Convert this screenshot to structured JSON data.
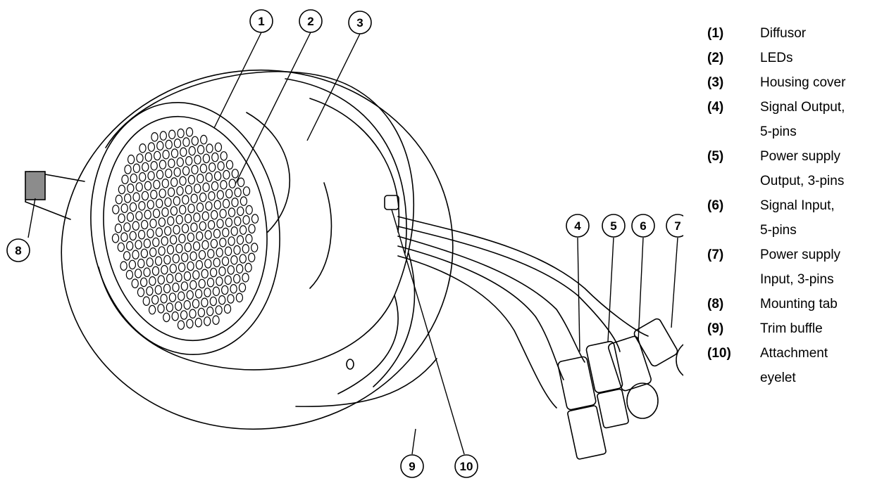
{
  "callouts": [
    "1",
    "2",
    "3",
    "4",
    "5",
    "6",
    "7",
    "8",
    "9",
    "10"
  ],
  "legend": [
    {
      "num": "(1)",
      "text": "Diffusor"
    },
    {
      "num": "(2)",
      "text": "LEDs"
    },
    {
      "num": "(3)",
      "text": "Housing cover"
    },
    {
      "num": "(4)",
      "text": "Signal Output,",
      "text2": "5-pins"
    },
    {
      "num": "(5)",
      "text": "Power supply",
      "text2": "Output, 3-pins"
    },
    {
      "num": "(6)",
      "text": "Signal Input,",
      "text2": "5-pins"
    },
    {
      "num": "(7)",
      "text": "Power supply",
      "text2": "Input, 3-pins"
    },
    {
      "num": "(8)",
      "text": "Mounting tab"
    },
    {
      "num": "(9)",
      "text": "Trim buffle"
    },
    {
      "num": "(10)",
      "text": "Attachment",
      "text2": "eyelet"
    }
  ]
}
